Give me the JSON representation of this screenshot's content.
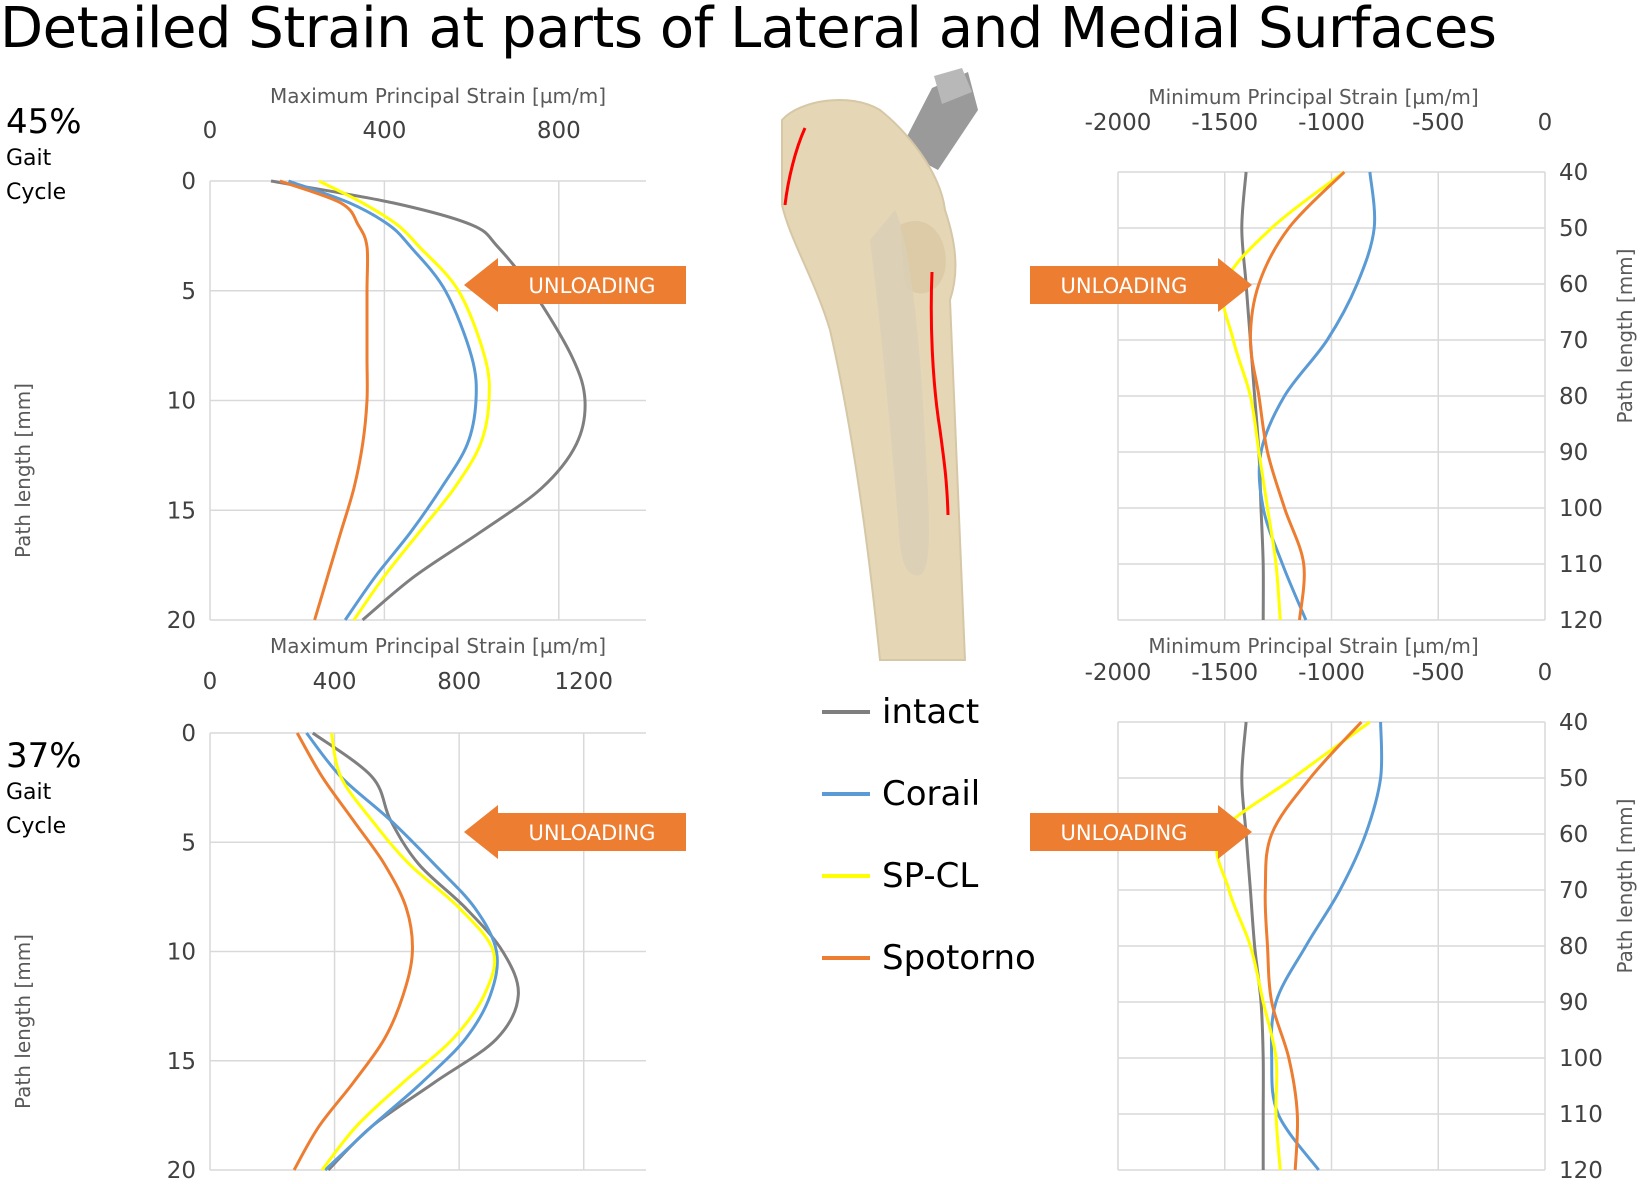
{
  "title": "Detailed Strain at parts of Lateral and Medial Surfaces",
  "gait_labels": [
    {
      "pct": "45%",
      "line1": "Gait",
      "line2": "Cycle"
    },
    {
      "pct": "37%",
      "line1": "Gait",
      "line2": "Cycle"
    }
  ],
  "unloading_label": "UNLOADING",
  "colors": {
    "intact": "#7f7f7f",
    "corail": "#5b9bd5",
    "spcl": "#ffff00",
    "spotorno": "#ed7d31",
    "arrow": "#ed7d31",
    "grid": "#d9d9d9"
  },
  "legend": [
    {
      "key": "intact",
      "label": "intact"
    },
    {
      "key": "corail",
      "label": "Corail"
    },
    {
      "key": "spcl",
      "label": "SP-CL"
    },
    {
      "key": "spotorno",
      "label": "Spotorno"
    }
  ],
  "chart_data": [
    {
      "type": "line",
      "panel": "45% lateral",
      "xlabel": "Maximum Principal Strain [µm/m]",
      "ylabel": "Path length [mm]",
      "xlim": [
        0,
        1000
      ],
      "xticks": [
        0,
        400,
        800
      ],
      "ylim": [
        0,
        20
      ],
      "yticks": [
        0,
        5,
        10,
        15,
        20
      ],
      "series": [
        {
          "name": "intact",
          "x": [
            0,
            1,
            2,
            3,
            5,
            8,
            10,
            12,
            14,
            16,
            18,
            20
          ],
          "values": [
            140,
            420,
            600,
            660,
            740,
            830,
            860,
            840,
            760,
            620,
            470,
            350
          ]
        },
        {
          "name": "Corail",
          "x": [
            0,
            1,
            2,
            3,
            5,
            8,
            10,
            12,
            14,
            16,
            18,
            20
          ],
          "values": [
            180,
            320,
            410,
            460,
            540,
            600,
            610,
            590,
            530,
            460,
            380,
            310
          ]
        },
        {
          "name": "SP-CL",
          "x": [
            0,
            1,
            2,
            3,
            5,
            8,
            10,
            12,
            14,
            16,
            18,
            20
          ],
          "values": [
            250,
            350,
            430,
            480,
            570,
            630,
            640,
            620,
            560,
            480,
            400,
            330
          ]
        },
        {
          "name": "Spotorno",
          "x": [
            0,
            1,
            2,
            3,
            5,
            8,
            10,
            12,
            14,
            16,
            18,
            20
          ],
          "values": [
            160,
            300,
            340,
            360,
            360,
            360,
            360,
            350,
            330,
            300,
            270,
            240
          ]
        }
      ]
    },
    {
      "type": "line",
      "panel": "45% medial",
      "xlabel": "Minimum Principal Strain [µm/m]",
      "ylabel": "Path length [mm]",
      "xlim": [
        -2000,
        0
      ],
      "xticks": [
        -2000,
        -1500,
        -1000,
        -500,
        0
      ],
      "ylim": [
        40,
        120
      ],
      "yticks": [
        40,
        50,
        60,
        70,
        80,
        90,
        100,
        110,
        120
      ],
      "series": [
        {
          "name": "intact",
          "x": [
            40,
            50,
            60,
            70,
            80,
            90,
            100,
            110,
            120
          ],
          "values": [
            -1400,
            -1420,
            -1400,
            -1380,
            -1360,
            -1340,
            -1330,
            -1320,
            -1320
          ]
        },
        {
          "name": "Corail",
          "x": [
            40,
            50,
            60,
            70,
            80,
            90,
            100,
            110,
            120
          ],
          "values": [
            -820,
            -800,
            -880,
            -1020,
            -1220,
            -1330,
            -1320,
            -1230,
            -1120
          ]
        },
        {
          "name": "SP-CL",
          "x": [
            40,
            50,
            60,
            70,
            80,
            90,
            100,
            110,
            120
          ],
          "values": [
            -940,
            -1280,
            -1500,
            -1460,
            -1380,
            -1340,
            -1300,
            -1260,
            -1240
          ]
        },
        {
          "name": "Spotorno",
          "x": [
            40,
            50,
            60,
            70,
            80,
            90,
            100,
            110,
            120
          ],
          "values": [
            -940,
            -1200,
            -1340,
            -1380,
            -1340,
            -1300,
            -1220,
            -1130,
            -1150
          ]
        }
      ]
    },
    {
      "type": "line",
      "panel": "37% lateral",
      "xlabel": "Maximum Principal Strain [µm/m]",
      "ylabel": "Path length [mm]",
      "xlim": [
        0,
        1400
      ],
      "xticks": [
        0,
        400,
        800,
        1200
      ],
      "ylim": [
        0,
        20
      ],
      "yticks": [
        0,
        5,
        10,
        15,
        20
      ],
      "series": [
        {
          "name": "intact",
          "x": [
            0,
            2,
            4,
            6,
            8,
            10,
            12,
            14,
            16,
            18,
            20
          ],
          "values": [
            330,
            520,
            580,
            670,
            820,
            940,
            990,
            920,
            720,
            520,
            380
          ]
        },
        {
          "name": "Corail",
          "x": [
            0,
            2,
            4,
            6,
            8,
            10,
            12,
            14,
            16,
            18,
            20
          ],
          "values": [
            310,
            420,
            580,
            720,
            850,
            920,
            900,
            820,
            680,
            520,
            370
          ]
        },
        {
          "name": "SP-CL",
          "x": [
            0,
            2,
            4,
            6,
            8,
            10,
            12,
            14,
            16,
            18,
            20
          ],
          "values": [
            390,
            420,
            520,
            640,
            800,
            910,
            880,
            780,
            620,
            470,
            360
          ]
        },
        {
          "name": "Spotorno",
          "x": [
            0,
            2,
            4,
            6,
            8,
            10,
            12,
            14,
            16,
            18,
            20
          ],
          "values": [
            280,
            360,
            460,
            560,
            630,
            650,
            620,
            560,
            460,
            350,
            270
          ]
        }
      ]
    },
    {
      "type": "line",
      "panel": "37% medial",
      "xlabel": "Minimum Principal Strain [µm/m]",
      "ylabel": "Path length [mm]",
      "xlim": [
        -2000,
        0
      ],
      "xticks": [
        -2000,
        -1500,
        -1000,
        -500,
        0
      ],
      "ylim": [
        40,
        120
      ],
      "yticks": [
        40,
        50,
        60,
        70,
        80,
        90,
        100,
        110,
        120
      ],
      "series": [
        {
          "name": "intact",
          "x": [
            40,
            50,
            60,
            70,
            80,
            90,
            100,
            110,
            120
          ],
          "values": [
            -1400,
            -1420,
            -1400,
            -1380,
            -1360,
            -1330,
            -1320,
            -1320,
            -1320
          ]
        },
        {
          "name": "Corail",
          "x": [
            40,
            50,
            60,
            70,
            80,
            90,
            100,
            110,
            120
          ],
          "values": [
            -770,
            -770,
            -840,
            -960,
            -1120,
            -1260,
            -1280,
            -1250,
            -1060
          ]
        },
        {
          "name": "SP-CL",
          "x": [
            40,
            50,
            60,
            70,
            80,
            90,
            100,
            110,
            120
          ],
          "values": [
            -820,
            -1180,
            -1520,
            -1480,
            -1380,
            -1320,
            -1260,
            -1260,
            -1240
          ]
        },
        {
          "name": "Spotorno",
          "x": [
            40,
            50,
            60,
            70,
            80,
            90,
            100,
            110,
            120
          ],
          "values": [
            -860,
            -1100,
            -1280,
            -1310,
            -1300,
            -1280,
            -1200,
            -1160,
            -1170
          ]
        }
      ]
    }
  ]
}
